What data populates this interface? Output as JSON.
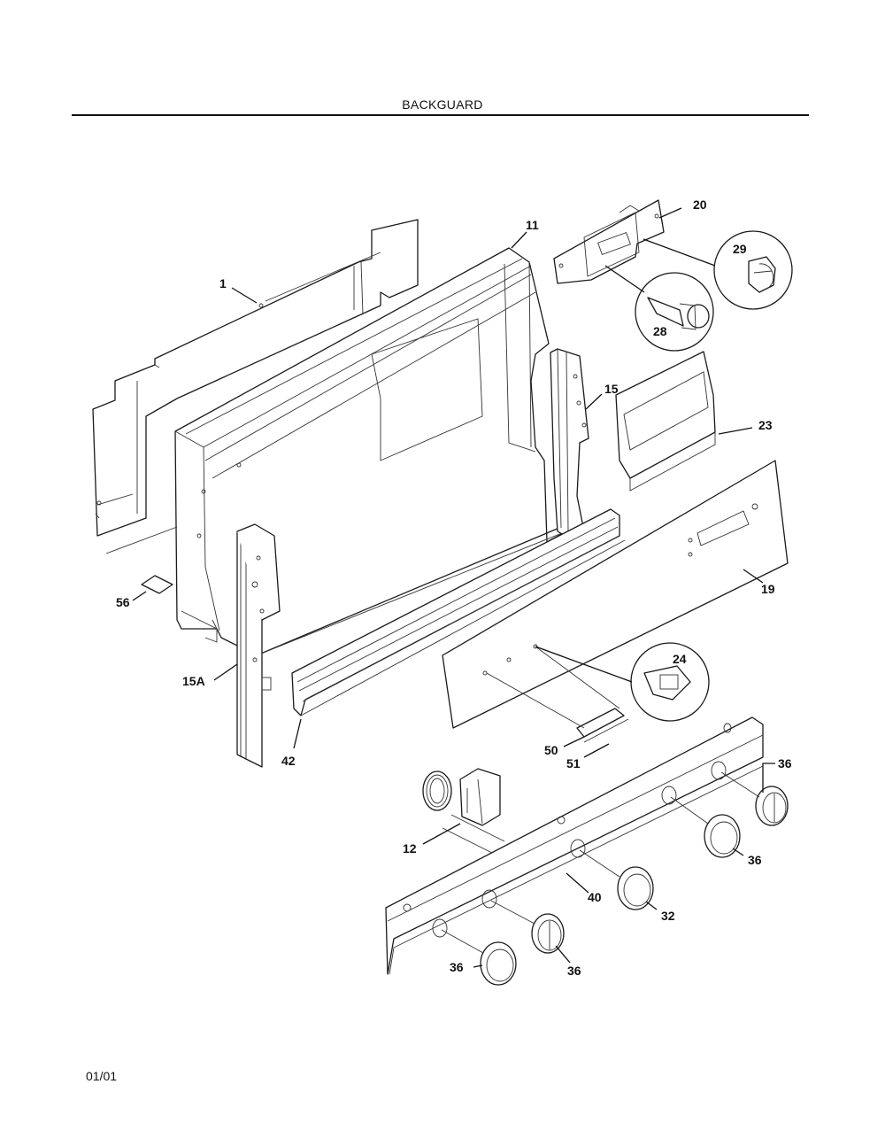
{
  "header": {
    "title": "BACKGUARD"
  },
  "footer": {
    "date": "01/01"
  },
  "callouts": {
    "c1": "1",
    "c11": "11",
    "c20": "20",
    "c29": "29",
    "c28": "28",
    "c15": "15",
    "c23": "23",
    "c19": "19",
    "c56": "56",
    "c15a": "15A",
    "c24": "24",
    "c42": "42",
    "c50": "50",
    "c51": "51",
    "c36a": "36",
    "c12": "12",
    "c36b": "36",
    "c40": "40",
    "c32": "32",
    "c36c": "36",
    "c36d": "36"
  },
  "icons": [
    "part-detail-circle"
  ]
}
